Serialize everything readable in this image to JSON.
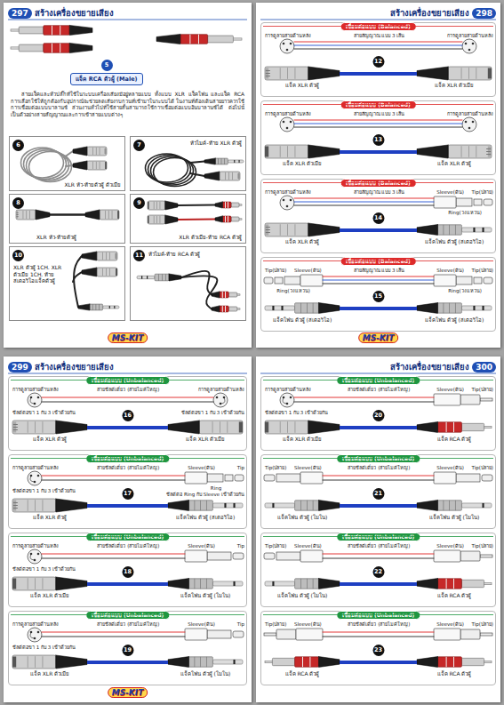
{
  "diagram": {
    "nodes": [
      {
        "text": [
          "297",
          "สร้างเครื่องขยายเสียง"
        ]
      },
      {
        "text": [
          "5",
          "แจ็ค RCA ตัวผู้ (Male)"
        ],
        "in": 0
      },
      {
        "text": [
          "6",
          "XLR หัว-ท้ายตัวผู้ ตัวเมีย"
        ],
        "in": 0
      },
      {
        "text": [
          "7",
          "หัวไมค์-ท้าย XLR ตัวผู้"
        ],
        "in": 0
      },
      {
        "text": [
          "8",
          "XLR หัว-ท้ายตัวผู้"
        ],
        "in": 0
      },
      {
        "text": [
          "9",
          "XLR ตัวเมีย-ท้าย RCA ตัวผู้"
        ],
        "in": 0
      },
      {
        "text": [
          "10",
          "XLR ตัวผู้ 1CH. XLR ตัวเมีย 1CH. ท้าย สเตอริโอแจ็คตัวผู้"
        ],
        "in": 0
      },
      {
        "text": [
          "11",
          "หัวไมค์-ท้าย RCA ตัวผู้"
        ],
        "in": 0
      },
      {
        "text": [
          "สร้างเครื่องขยายเสียง",
          "298"
        ]
      },
      {
        "text": [
          "เชื่อมต่อแบบ (Balanced)",
          "12"
        ],
        "in": 8
      },
      {
        "text": [
          "แจ็ค XLR ตัวผู้"
        ],
        "in": 9
      },
      {
        "text": [
          "แจ็ค XLR ตัวเมีย"
        ],
        "in": 9
      },
      {
        "text": [
          "เชื่อมต่อแบบ (Balanced)",
          "13"
        ],
        "in": 8
      },
      {
        "text": [
          "แจ็ค XLR ตัวเมีย"
        ],
        "in": 12
      },
      {
        "text": [
          "แจ็ค XLR ตัวผู้"
        ],
        "in": 12
      },
      {
        "text": [
          "เชื่อมต่อแบบ (Balanced)",
          "14"
        ],
        "in": 8
      },
      {
        "text": [
          "แจ็ค XLR ตัวผู้"
        ],
        "in": 15
      },
      {
        "text": [
          "แจ็คโฟน ตัวผู้ (สเตอริโอ)"
        ],
        "in": 15
      },
      {
        "text": [
          "เชื่อมต่อแบบ (Balanced)",
          "15"
        ],
        "in": 8
      },
      {
        "text": [
          "แจ็คโฟน ตัวผู้ (สเตอริโอ)"
        ],
        "in": 18
      },
      {
        "text": [
          "แจ็คโฟน ตัวผู้ (สเตอริโอ)"
        ],
        "in": 18
      },
      {
        "text": [
          "299",
          "สร้างเครื่องขยายเสียง"
        ]
      },
      {
        "text": [
          "เชื่อมต่อแบบ (Unbalanced)",
          "16"
        ],
        "in": 21
      },
      {
        "text": [
          "แจ็ค XLR ตัวผู้"
        ],
        "in": 22
      },
      {
        "text": [
          "แจ็ค XLR ตัวเมีย"
        ],
        "in": 22
      },
      {
        "text": [
          "เชื่อมต่อแบบ (Unbalanced)",
          "17"
        ],
        "in": 21
      },
      {
        "text": [
          "แจ็ค XLR ตัวผู้"
        ],
        "in": 25
      },
      {
        "text": [
          "แจ็คโฟน ตัวผู้ (สเตอริโอ)"
        ],
        "in": 25
      },
      {
        "text": [
          "เชื่อมต่อแบบ (Unbalanced)",
          "18"
        ],
        "in": 21
      },
      {
        "text": [
          "แจ็ค XLR ตัวเมีย"
        ],
        "in": 28
      },
      {
        "text": [
          "แจ็คโฟน ตัวผู้ (โมโน)"
        ],
        "in": 28
      },
      {
        "text": [
          "เชื่อมต่อแบบ (Unbalanced)",
          "19"
        ],
        "in": 21
      },
      {
        "text": [
          "แจ็ค XLR ตัวเมีย"
        ],
        "in": 31
      },
      {
        "text": [
          "แจ็คโฟน ตัวผู้ (โมโน)"
        ],
        "in": 31
      },
      {
        "text": [
          "สร้างเครื่องขยายเสียง",
          "300"
        ]
      },
      {
        "text": [
          "เชื่อมต่อแบบ (Unbalanced)",
          "20"
        ],
        "in": 34
      },
      {
        "text": [
          "แจ็ค XLR ตัวเมีย"
        ],
        "in": 35
      },
      {
        "text": [
          "แจ็ค RCA ตัวผู้"
        ],
        "in": 35
      },
      {
        "text": [
          "เชื่อมต่อแบบ (Unbalanced)",
          "21"
        ],
        "in": 34
      },
      {
        "text": [
          "แจ็คโฟน ตัวผู้ (โมโน)"
        ],
        "in": 38
      },
      {
        "text": [
          "แจ็คโฟน ตัวผู้ (โมโน)"
        ],
        "in": 38
      },
      {
        "text": [
          "เชื่อมต่อแบบ (Unbalanced)",
          "22"
        ],
        "in": 34
      },
      {
        "text": [
          "แจ็คโฟน ตัวผู้ (โมโน)"
        ],
        "in": 41
      },
      {
        "text": [
          "แจ็ค RCA ตัวผู้"
        ],
        "in": 41
      },
      {
        "text": [
          "เชื่อมต่อแบบ (Unbalanced)",
          "23"
        ],
        "in": 34
      },
      {
        "text": [
          "แจ็ค RCA ตัวผู้"
        ],
        "in": 44
      },
      {
        "text": [
          "แจ็ค RCA ตัวผู้"
        ],
        "in": 44
      }
    ],
    "edges": [
      {
        "from": 10,
        "to": 11,
        "arrow": "none"
      },
      {
        "from": 13,
        "to": 14,
        "arrow": "none"
      },
      {
        "from": 16,
        "to": 17,
        "arrow": "none"
      },
      {
        "from": 19,
        "to": 20,
        "arrow": "none"
      },
      {
        "from": 23,
        "to": 24,
        "arrow": "none"
      },
      {
        "from": 26,
        "to": 27,
        "arrow": "none"
      },
      {
        "from": 29,
        "to": 30,
        "arrow": "none"
      },
      {
        "from": 32,
        "to": 33,
        "arrow": "none"
      },
      {
        "from": 36,
        "to": 37,
        "arrow": "none"
      },
      {
        "from": 39,
        "to": 40,
        "arrow": "none"
      },
      {
        "from": 42,
        "to": 43,
        "arrow": "none"
      },
      {
        "from": 45,
        "to": 46,
        "arrow": "none"
      }
    ],
    "labels": [
      "สายแจ็คและหัวปลั๊กที่ใช้ในระบบเครื่องเสียงมีอยู่หลายแบบ ทั้งแบบ XLR แจ็คโฟน และแจ็ค RCA การเลือกใช้ให้ถูกต้องกับอุปกรณ์จะช่วยลดเสียงรบกวนที่เข้ามาในระบบได้ ในงานที่ต้องเดินสายยาวควรใช้การเชื่อมต่อแบบบาลานซ์ ส่วนงานทั่วไปที่ใช้สายสั้นสามารถใช้การเชื่อมต่อแบบอันบาลานซ์ได้ ต่อไปนี้เป็นตัวอย่างสายสัญญาณและการเข้าสายแบบต่างๆ",
      "MS-KIT",
      "การดูลายสายด้านหลัง",
      "สายสัญญาณ แบบ 3 เส้น",
      "การดูลายสายด้านหลัง",
      "การดูลายสายด้านหลัง",
      "สายสัญญาณ แบบ 3 เส้น",
      "การดูลายสายด้านหลัง",
      "การดูลายสายด้านหลัง",
      "สายสัญญาณ แบบ 3 เส้น",
      "Tip(ปลาย)",
      "Ring(วงแหวน)",
      "Sleeve(ดิน)",
      "Tip(ปลาย)",
      "Ring(วงแหวน)",
      "Sleeve(ดิน)",
      "สายสัญญาณ แบบ 3 เส้น",
      "Tip(ปลาย)",
      "Ring(วงแหวน)",
      "Sleeve(ดิน)",
      "MS-KIT",
      "การดูลายสายด้านหลัง",
      "ชีลด์ต่อขา 1 กับ 3 เข้าด้วยกัน",
      "สายชีลด์เดี่ยว (สายไมค์ใหญ่)",
      "การดูลายสายด้านหลัง",
      "ชีลด์ต่อขา 1 กับ 3 เข้าด้วยกัน",
      "การดูลายสายด้านหลัง",
      "ชีลด์ต่อขา 1 กับ 3 เข้าด้วยกัน",
      "สายชีลด์เดี่ยว (สายไมค์ใหญ่)",
      "Tip",
      "Ring",
      "Sleeve(ดิน)",
      "ชีลด์ต่อ Ring กับ Sleeve เข้าด้วยกัน",
      "การดูลายสายด้านหลัง",
      "ชีลด์ต่อขา 1 กับ 3 เข้าด้วยกัน",
      "สายชีลด์เดี่ยว (สายไมค์ใหญ่)",
      "Tip",
      "Sleeve(ดิน)",
      "การดูลายสายด้านหลัง",
      "ชีลด์ต่อขา 1 กับ 3 เข้าด้วยกัน",
      "สายชีลด์เดี่ยว (สายไมค์ใหญ่)",
      "Tip",
      "Sleeve(ดิน)",
      "MS-KIT",
      "การดูลายสายด้านหลัง",
      "ชีลด์ต่อขา 1 กับ 3 เข้าด้วยกัน",
      "สายชีลด์เดี่ยว (สายไมค์ใหญ่)",
      "Tip(ปลาย)",
      "Sleeve(ดิน)",
      "Tip(ปลาย)",
      "Sleeve(ดิน)",
      "สายชีลด์เดี่ยว (สายไมค์ใหญ่)",
      "Tip(ปลาย)",
      "Sleeve(ดิน)",
      "Tip(ปลาย)",
      "Sleeve(ดิน)",
      "สายชีลด์เดี่ยว (สายไมค์ใหญ่)",
      "Tip(ปลาย)",
      "Sleeve(ดิน)",
      "Tip(ปลาย)",
      "Sleeve(ดิน)",
      "สายชีลด์เดี่ยว (สายไมค์ใหญ่)",
      "Tip(ปลาย)",
      "Sleeve(ดิน)"
    ]
  }
}
